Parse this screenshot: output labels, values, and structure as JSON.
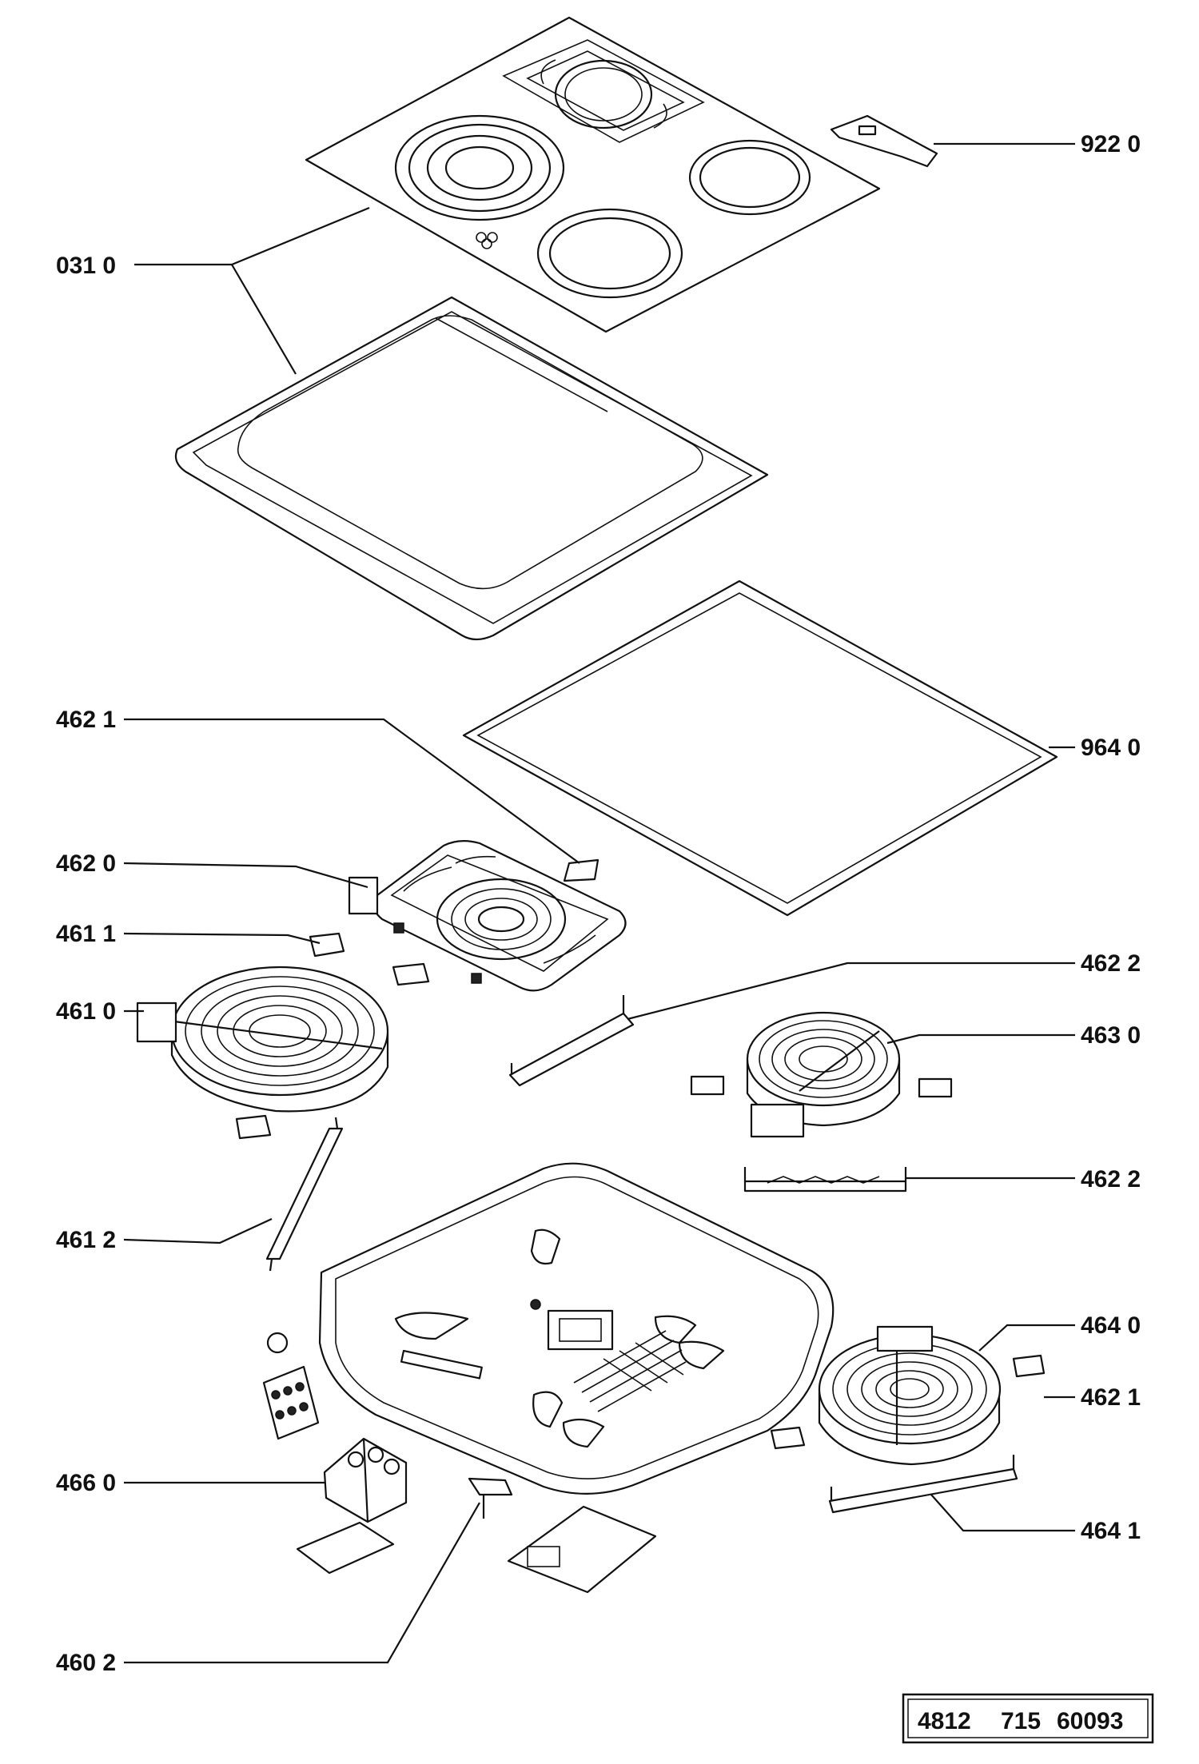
{
  "labels": {
    "l9220": "922 0",
    "l0310": "031 0",
    "l9640": "964 0",
    "l4621a": "462 1",
    "l4620": "462 0",
    "l4611": "461 1",
    "l4622a": "462 2",
    "l4610": "461 0",
    "l4630": "463 0",
    "l4622b": "462 2",
    "l4612": "461 2",
    "l4640": "464 0",
    "l4621b": "462 1",
    "l4660": "466 0",
    "l4641": "464 1",
    "l4602": "460 2"
  },
  "drawing_code": [
    "4812",
    "715",
    "60093"
  ]
}
